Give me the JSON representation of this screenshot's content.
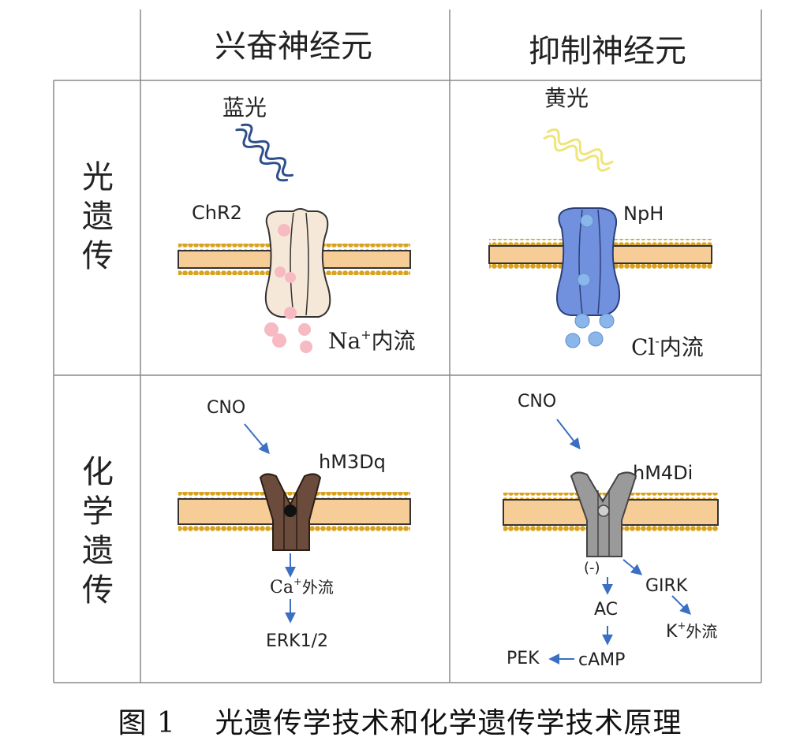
{
  "header": {
    "col_excitatory": "兴奋神经元",
    "col_inhibitory": "抑制神经元"
  },
  "rows": {
    "optogenetics": [
      "光",
      "遗",
      "传"
    ],
    "chemogenetics": [
      "化",
      "学",
      "遗",
      "传"
    ]
  },
  "optogenetics": {
    "excitatory": {
      "light": "蓝光",
      "protein": "ChR2",
      "ion": "Na",
      "ion_sup": "+",
      "flow": "内流"
    },
    "inhibitory": {
      "light": "黄光",
      "protein": "NpH",
      "ion": "Cl",
      "ion_sup": "-",
      "flow": "内流"
    }
  },
  "chemogenetics": {
    "excitatory": {
      "ligand": "CNO",
      "receptor": "hM3Dq",
      "ion": "Ca",
      "ion_sup": "+",
      "flow": "外流",
      "downstream": "ERK1/2"
    },
    "inhibitory": {
      "ligand": "CNO",
      "receptor": "hM4Di",
      "inhibit": "(-)",
      "ac": "AC",
      "camp": "cAMP",
      "pek": "PEK",
      "girk": "GIRK",
      "k_ion": "K",
      "k_sup": "+",
      "k_flow": "外流"
    }
  },
  "caption": "图 1    光遗传学技术和化学遗传学技术原理",
  "colors": {
    "lipid_head": "#d9a21f",
    "lipid_core": "#f6cd96",
    "blue_wave": "#2d4f8c",
    "yellow_wave": "#efe47a",
    "chr2_fill": "#f6e8d8",
    "sodium": "#f7b9c2",
    "nph_fill": "#7191de",
    "chloride": "#8ab6ea",
    "hm3dq_fill": "#6a4b3c",
    "hm4di_fill": "#9a9a9a",
    "arrow": "#3a6fc4",
    "grid": "#8a8a8a"
  }
}
